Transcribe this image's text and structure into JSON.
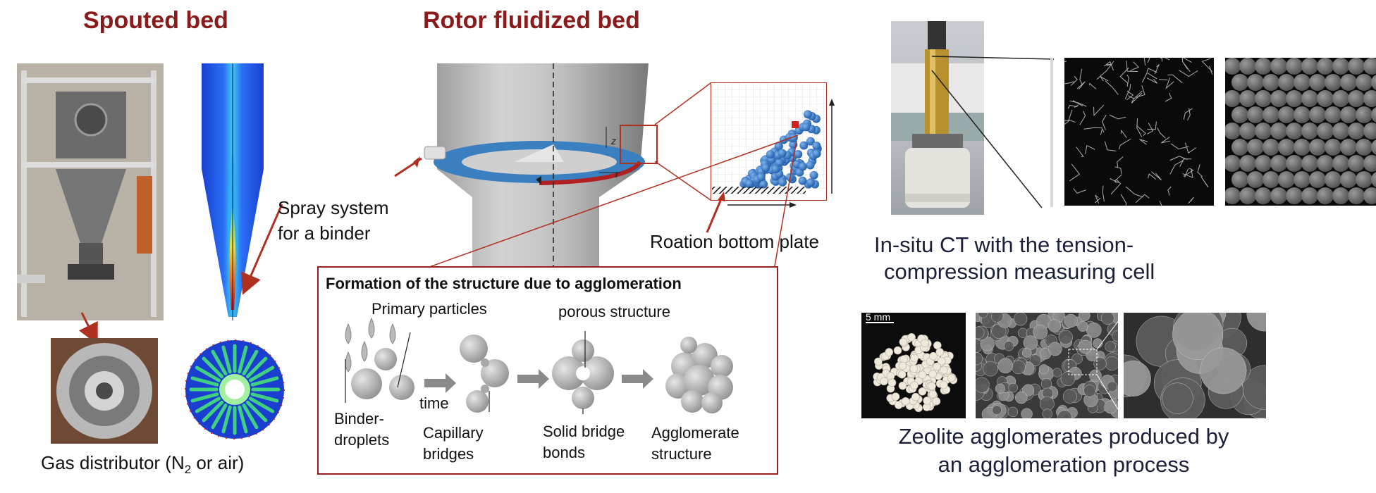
{
  "titles": {
    "spouted_bed": "Spouted bed",
    "rotor_fluidized_bed": "Rotor fluidized bed"
  },
  "labels": {
    "spray_system_line1": "Spray system",
    "spray_system_line2": "for a binder",
    "rotation_plate": "Roation bottom plate",
    "gas_distributor_pre": "Gas distributor (N",
    "gas_distributor_sub": "2",
    "gas_distributor_post": " or air)",
    "axis_z": "z",
    "axis_r": "r"
  },
  "formation_box": {
    "title": "Formation of the structure due to agglomeration",
    "primary_particles": "Primary particles",
    "porous_structure": "porous structure",
    "binder_line1": "Binder-",
    "binder_line2": "droplets",
    "time": "time",
    "capillary_line1": "Capillary",
    "capillary_line2": "bridges",
    "solid_line1": "Solid bridge",
    "solid_line2": "bonds",
    "agglomerate_line1": "Agglomerate",
    "agglomerate_line2": "structure"
  },
  "ct": {
    "caption_line1": "In-situ CT with the tension-",
    "caption_line2": "compression measuring cell"
  },
  "zeolite": {
    "scale_bar": "5 mm",
    "caption_line1": "Zeolite agglomerates produced by",
    "caption_line2": "an agglomeration process"
  },
  "colors": {
    "title": "#8b1a1a",
    "arrow": "#b03020",
    "caption_navy": "#1a1f3a",
    "particle_blue": "#2f6fc0"
  }
}
